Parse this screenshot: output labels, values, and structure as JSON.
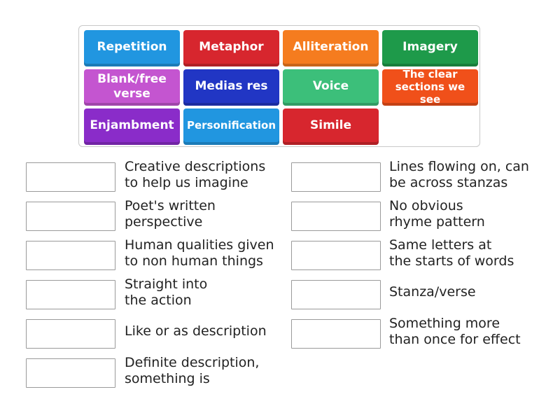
{
  "tiles": [
    {
      "label": "Repetition",
      "color": "#2196e0"
    },
    {
      "label": "Metaphor",
      "color": "#d7262e"
    },
    {
      "label": "Alliteration",
      "color": "#f57c1f"
    },
    {
      "label": "Imagery",
      "color": "#1e9a4a"
    },
    {
      "label": "Blank/free verse",
      "color": "#c455d0"
    },
    {
      "label": "Medias res",
      "color": "#2136c4"
    },
    {
      "label": "Voice",
      "color": "#3cbf7a"
    },
    {
      "label": "The clear sections we see",
      "color": "#f0501a"
    },
    {
      "label": "Enjambment",
      "color": "#8a2cc9"
    },
    {
      "label": "Personification",
      "color": "#2196e0"
    },
    {
      "label": "Simile",
      "color": "#d7262e"
    }
  ],
  "definitions": [
    {
      "text": "Creative descriptions\nto help us imagine"
    },
    {
      "text": "Lines flowing on, can\nbe across stanzas"
    },
    {
      "text": "Poet's written\nperspective"
    },
    {
      "text": "No obvious\nrhyme pattern"
    },
    {
      "text": "Human qualities given\nto non human things"
    },
    {
      "text": "Same letters at\nthe starts of words"
    },
    {
      "text": "Straight into\nthe action"
    },
    {
      "text": "Stanza/verse"
    },
    {
      "text": "Like or as description"
    },
    {
      "text": "Something more\nthan once for effect"
    },
    {
      "text": "Definite description,\nsomething is"
    }
  ]
}
